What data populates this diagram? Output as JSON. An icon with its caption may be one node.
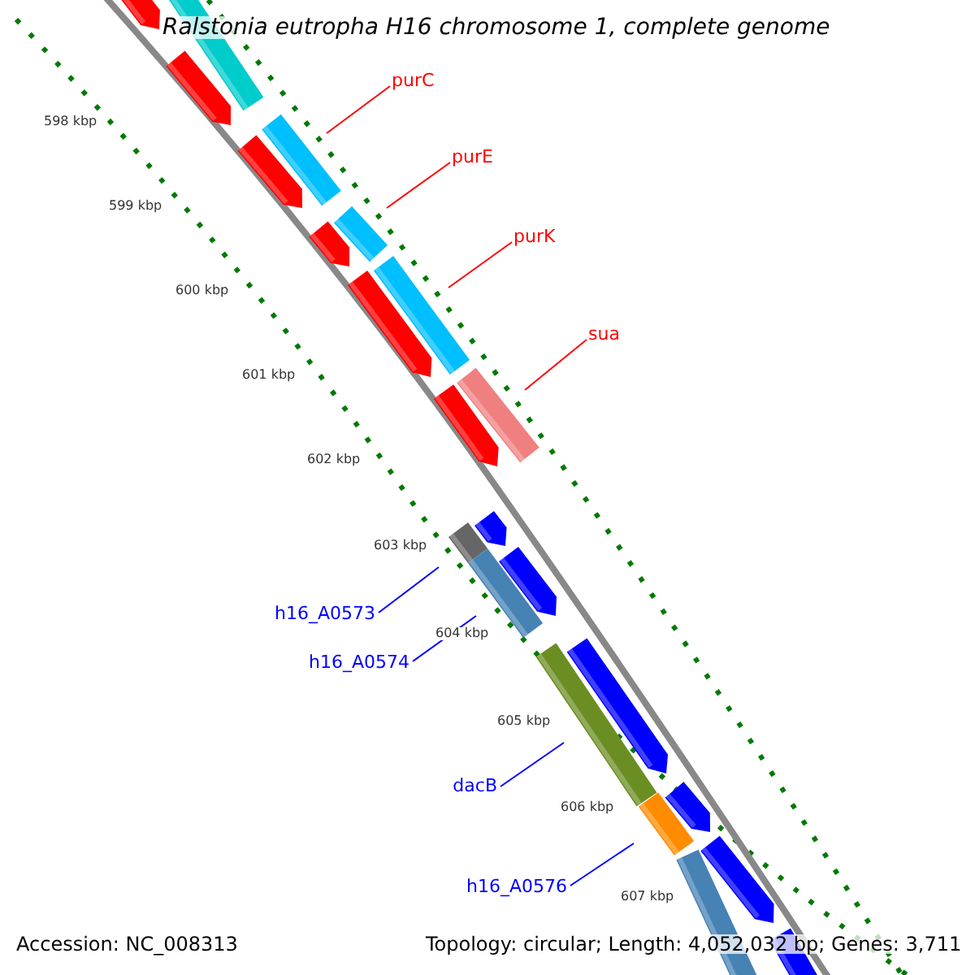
{
  "diagram": {
    "title": "Ralstonia eutropha H16 chromosome 1, complete genome",
    "nodes": [
      {
        "text": [
          "purC"
        ]
      },
      {
        "text": [
          "purE"
        ]
      },
      {
        "text": [
          "purK"
        ]
      },
      {
        "text": [
          "sua"
        ]
      },
      {
        "text": [
          "h16_A0573"
        ]
      },
      {
        "text": [
          "h16_A0574"
        ]
      },
      {
        "text": [
          "dacB"
        ]
      },
      {
        "text": [
          "h16_A0576"
        ]
      },
      {
        "text": [],
        "shape": "bar"
      },
      {
        "text": [],
        "shape": "bar"
      },
      {
        "text": [],
        "shape": "bar"
      },
      {
        "text": [],
        "shape": "bar"
      },
      {
        "text": [],
        "shape": "bar"
      },
      {
        "text": [],
        "shape": "bar"
      },
      {
        "text": [],
        "shape": "bar"
      },
      {
        "text": [],
        "shape": "bar"
      }
    ],
    "edges": [
      {
        "from": 0,
        "to": 8,
        "arrow": "none",
        "color": "#ff0000"
      },
      {
        "from": 1,
        "to": 9,
        "arrow": "none",
        "color": "#ff0000"
      },
      {
        "from": 2,
        "to": 10,
        "arrow": "none",
        "color": "#ff0000"
      },
      {
        "from": 3,
        "to": 11,
        "arrow": "none",
        "color": "#ff0000"
      },
      {
        "from": 4,
        "to": 12,
        "arrow": "none",
        "color": "#0000ff"
      },
      {
        "from": 5,
        "to": 13,
        "arrow": "none",
        "color": "#0000ff"
      },
      {
        "from": 6,
        "to": 14,
        "arrow": "none",
        "color": "#0000ff"
      },
      {
        "from": 7,
        "to": 15,
        "arrow": "none",
        "color": "#0000ff"
      }
    ],
    "labels": [
      "598 kbp",
      "599 kbp",
      "600 kbp",
      "601 kbp",
      "602 kbp",
      "603 kbp",
      "604 kbp",
      "605 kbp",
      "606 kbp",
      "607 kbp",
      "Accession: NC_008313",
      "Topology: circular; Length: 4,052,032 bp; Genes: 3,711"
    ]
  }
}
